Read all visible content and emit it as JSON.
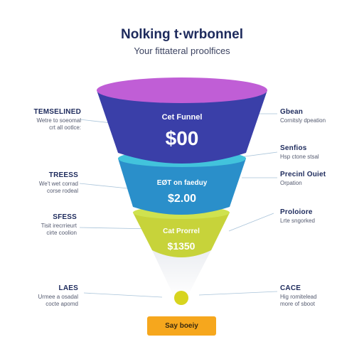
{
  "header": {
    "title": "Nolking t·wrbonnel",
    "subtitle": "Your fittateral proolfices"
  },
  "colors": {
    "stage1_top": "#c05ed6",
    "stage1_body": "#3a3fa8",
    "stage2_top": "#42c3dc",
    "stage2_body": "#2a8fca",
    "stage3_top": "#cfe24f",
    "stage3_body": "#c7d33a",
    "cta_bg": "#f6a71d",
    "dot": "#d7d41f"
  },
  "funnel": {
    "stages": [
      {
        "label": "Cet Funnel",
        "value": "$00"
      },
      {
        "label": "EØT on faeduy",
        "value": "$2.00"
      },
      {
        "label": "Cat Prorrel",
        "value": "$1350"
      }
    ]
  },
  "left_labels": [
    {
      "title": "TEMSELINED",
      "line1": "Wetre to soeomal",
      "line2": "crt all ootlce:"
    },
    {
      "title": "TREESS",
      "line1": "We't wet corrad",
      "line2": "corse rodeal"
    },
    {
      "title": "SFESS",
      "line1": "Tisit irecrrieurt",
      "line2": "cirte coolion"
    },
    {
      "title": "LAES",
      "line1": "Urmee a osadal",
      "line2": "cocte apomd"
    }
  ],
  "right_labels": [
    {
      "title": "Gbean",
      "line1": "Cornitsly dpeation",
      "line2": ""
    },
    {
      "title": "Senfios",
      "line1": "Hsp ctone stsal",
      "line2": ""
    },
    {
      "title": "Precinl Ouiet",
      "line1": "Orpation",
      "line2": ""
    },
    {
      "title": "Proloiore",
      "line1": "Lrte sngorked",
      "line2": ""
    },
    {
      "title": "CACE",
      "line1": "Hig romitelead",
      "line2": "more of sboot"
    }
  ],
  "cta": {
    "label": "Say boeiy"
  }
}
